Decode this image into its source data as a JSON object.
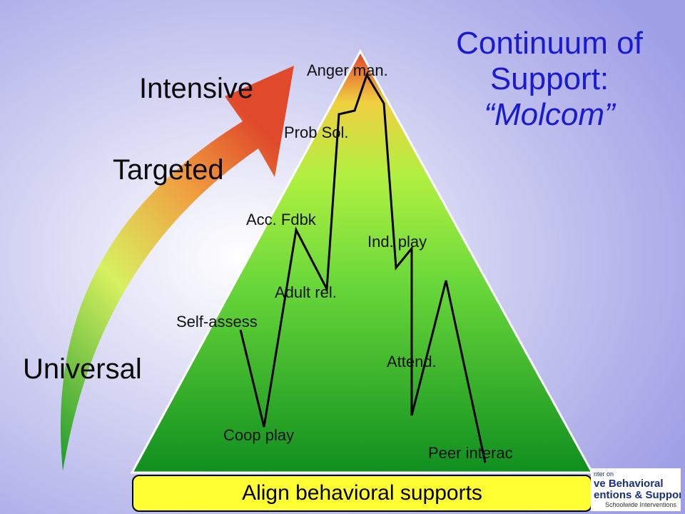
{
  "title": {
    "line1": "Continuum of",
    "line2": "Support:",
    "line3": "“Molcom”"
  },
  "tiers": {
    "intensive": "Intensive",
    "targeted": "Targeted",
    "universal": "Universal"
  },
  "skills": {
    "anger_management": "Anger man.",
    "problem_solving": "Prob Sol.",
    "accepting_feedback": "Acc. Fdbk",
    "independent_play": "Ind. play",
    "adult_relations": "Adult rel.",
    "self_assess": "Self-assess",
    "attend": "Attend.",
    "coop_play": "Coop play",
    "peer_interaction": "Peer interac"
  },
  "footer": {
    "label": "Align behavioral supports"
  },
  "logo": {
    "line1": "nter on",
    "line2": "ve Behavioral",
    "line3": "entions & Supports",
    "line4": "Schoolwide Interventions"
  },
  "colors": {
    "background_start": "#ffffff",
    "background_end": "#9f9fe6",
    "title": "#1a1ad0",
    "triangle_top": "#e0402a",
    "triangle_mid": "#7fe03a",
    "triangle_bottom": "#0f8f1f",
    "footer_fill": "#ffff33"
  }
}
